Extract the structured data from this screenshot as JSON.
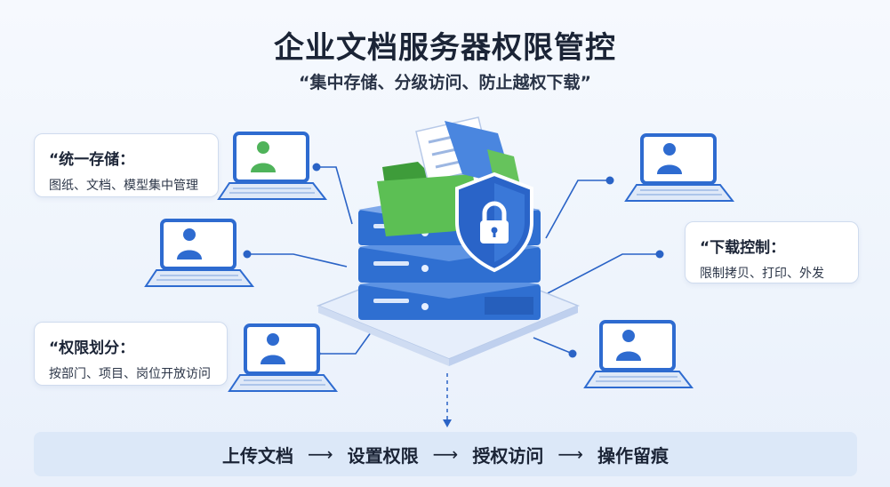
{
  "title": "企业文档服务器权限管控",
  "subtitle": "“集中存储、分级访问、防止越权下载”",
  "cards": {
    "storage": {
      "heading": "“统一存储：",
      "body": "图纸、文档、模型集中管理"
    },
    "permission": {
      "heading": "“权限划分：",
      "body": "按部门、项目、岗位开放访问"
    },
    "download": {
      "heading": "“下载控制：",
      "body": "限制拷贝、打印、外发"
    }
  },
  "flow": {
    "steps": [
      "上传文档",
      "设置权限",
      "授权访问",
      "操作留痕"
    ],
    "arrow": "⟶"
  },
  "colors": {
    "server_blue": "#2f6fd1",
    "server_dark": "#1d4fa8",
    "folder_green": "#5cbf54",
    "shield_blue": "#2a64c8",
    "connector": "#2a63c6",
    "user_green": "#4fb35a",
    "user_blue": "#2e6bd0"
  },
  "icons": [
    "laptop-icon",
    "user-icon",
    "lock-icon",
    "shield-icon",
    "folder-icon",
    "document-icon",
    "server-icon"
  ]
}
